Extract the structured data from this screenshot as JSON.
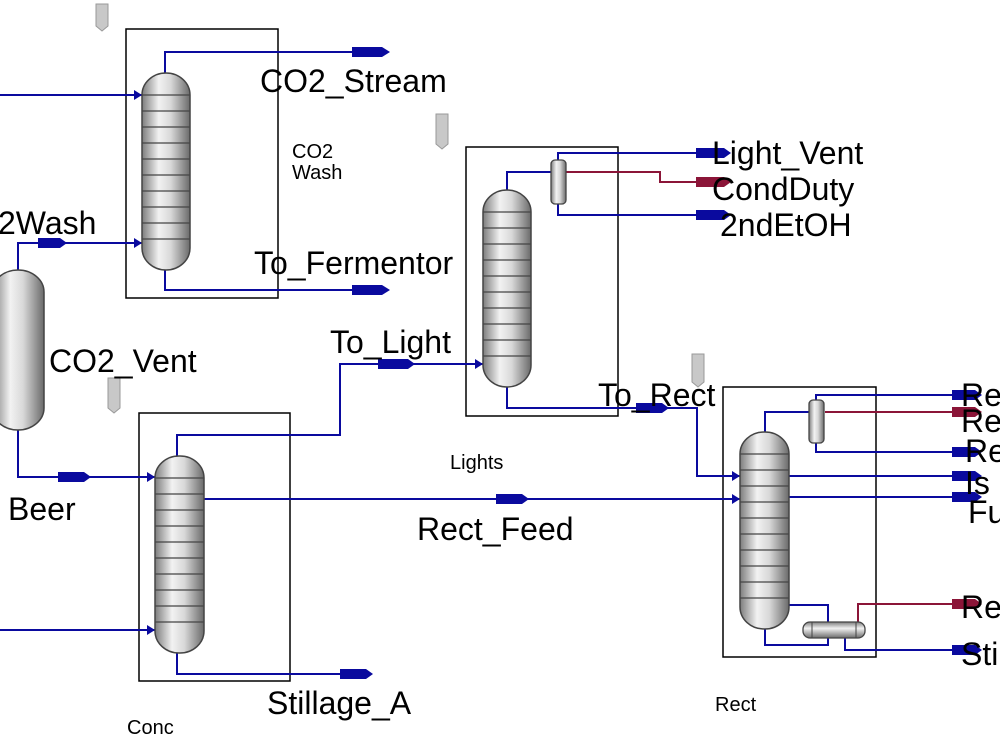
{
  "colors": {
    "material_stream": "#0a0a9e",
    "heat_stream": "#8b1538",
    "block_outline": "#000000",
    "column_gray": "#b8b8b8",
    "background": "#ffffff"
  },
  "blocks": {
    "co2_wash": {
      "name": "CO2",
      "name_line2": "Wash"
    },
    "lights": {
      "name": "Lights"
    },
    "conc": {
      "name": "Conc"
    },
    "rect": {
      "name": "Rect"
    }
  },
  "streams": {
    "co2_stream": "CO2_Stream",
    "co2wash_feed": "2Wash",
    "to_fermentor": "To_Fermentor",
    "co2_vent": "CO2_Vent",
    "to_light": "To_Light",
    "light_vent": "Light_Vent",
    "cond_duty": "CondDuty",
    "second_etoh": "2ndEtOH",
    "to_rect": "To_Rect",
    "beer": "Beer",
    "rect_feed": "Rect_Feed",
    "stillage_a": "Stillage_A",
    "rect_out_1": "Re",
    "rect_out_2": "Re",
    "rect_out_3": "Re",
    "rect_out_4": "Is",
    "rect_out_5": "Fu",
    "rect_out_6": "Re",
    "rect_out_7": "Sti"
  },
  "icons": [
    "distillation-column-icon",
    "condenser-drum-icon",
    "reboiler-icon",
    "stream-arrow-icon",
    "flag-marker-icon"
  ]
}
